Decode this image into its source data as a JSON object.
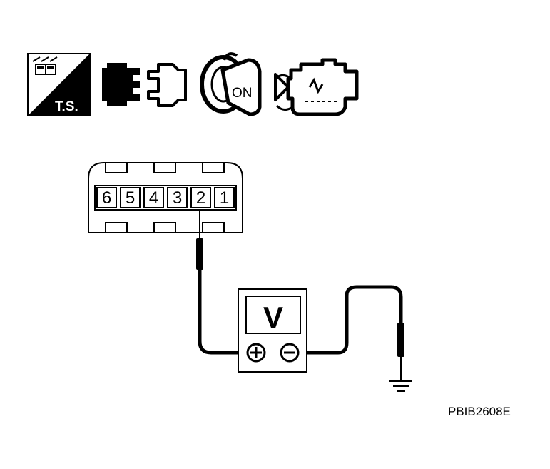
{
  "icons": {
    "ts_label": "T.S.",
    "ignition_label": "ON"
  },
  "connector": {
    "pins": [
      {
        "label": "6"
      },
      {
        "label": "5"
      },
      {
        "label": "4"
      },
      {
        "label": "3"
      },
      {
        "label": "2"
      },
      {
        "label": "1"
      }
    ],
    "probe_pin": "2"
  },
  "meter": {
    "label": "V"
  },
  "figure_code": "PBIB2608E"
}
